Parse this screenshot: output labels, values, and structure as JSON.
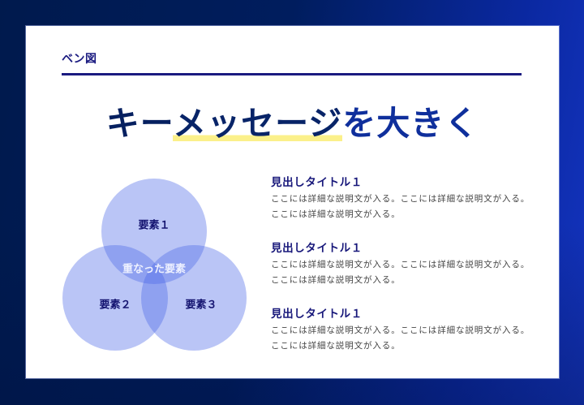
{
  "slide": {
    "section_label": "ベン図",
    "key_message": {
      "part_before": "キー",
      "part_highlight": "メッセージ",
      "part_after": "を大きく",
      "highlight_color": "#fbf08a"
    }
  },
  "venn": {
    "circle_color": "#4a66e8",
    "circle_opacity": 0.38,
    "labels": {
      "element_1": "要素１",
      "element_2": "要素２",
      "element_3": "要素３",
      "overlap": "重なった要素"
    }
  },
  "descriptions": [
    {
      "heading": "見出しタイトル１",
      "body": "ここには詳細な説明文が入る。ここには詳細な説明文が入る。ここには詳細な説明文が入る。"
    },
    {
      "heading": "見出しタイトル１",
      "body": "ここには詳細な説明文が入る。ここには詳細な説明文が入る。ここには詳細な説明文が入る。"
    },
    {
      "heading": "見出しタイトル１",
      "body": "ここには詳細な説明文が入る。ここには詳細な説明文が入る。ここには詳細な説明文が入る。"
    }
  ],
  "colors": {
    "background_start": "#001a4d",
    "background_end": "#1434c0",
    "heading_navy": "#1a1a80",
    "body_text": "#444444"
  }
}
